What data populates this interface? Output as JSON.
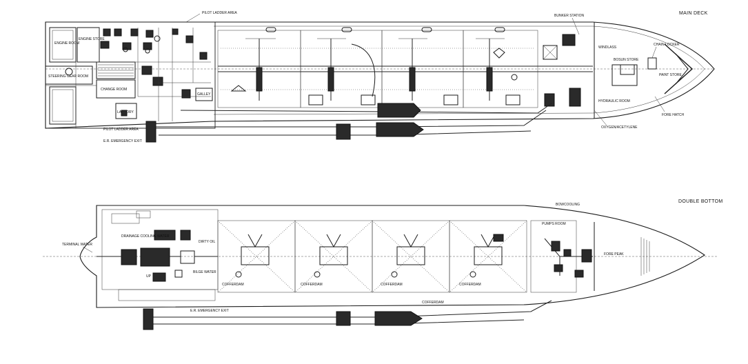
{
  "main_deck": {
    "title": "MAIN DECK",
    "labels": {
      "pilot_ladder_top": "PILOT LADDER AREA",
      "pilot_ladder_bottom": "PILOT LADDER AREA",
      "engine_room": "ENGINE ROOM",
      "engine_store": "ENGINE STORE",
      "steering_gear": "STEERING GEAR ROOM",
      "change_room": "CHANGE ROOM",
      "laundry": "LAUNDRY",
      "galley": "GALLEY",
      "er_exit": "E.R. EMERGENCY EXIT",
      "bunker_station": "BUNKER STATION",
      "chain_locker": "CHAIN LOCKER",
      "bosun_store": "BOSUN STORE",
      "paint_store": "PAINT STORE",
      "hydraulic_room": "HYDRAULIC ROOM",
      "oxygen": "OXYGEN/ACETYLENE",
      "windlass": "WINDLASS",
      "fore_hatch": "FORE HATCH"
    }
  },
  "double_bottom": {
    "title": "DOUBLE BOTTOM",
    "labels": {
      "terminal_water": "TERMINAL WATER",
      "drainage_cooling": "DRAINAGE COOLING WATER",
      "dirty_oil": "DIRTY OIL",
      "bilge_water": "BILGE WATER",
      "er_exit": "E.R. EMERGENCY EXIT",
      "pump_room": "PUMPS ROOM",
      "bow_cooling": "BOWCOOLING",
      "fore_peak": "FORE PEAK",
      "up": "UP",
      "cofferdam": "COFFERDAM",
      "cofferdam_lower": "COFFERDAM"
    }
  },
  "colors": {
    "line": "#1a1a1a",
    "background": "#ffffff",
    "highlight": "#d9302c"
  }
}
